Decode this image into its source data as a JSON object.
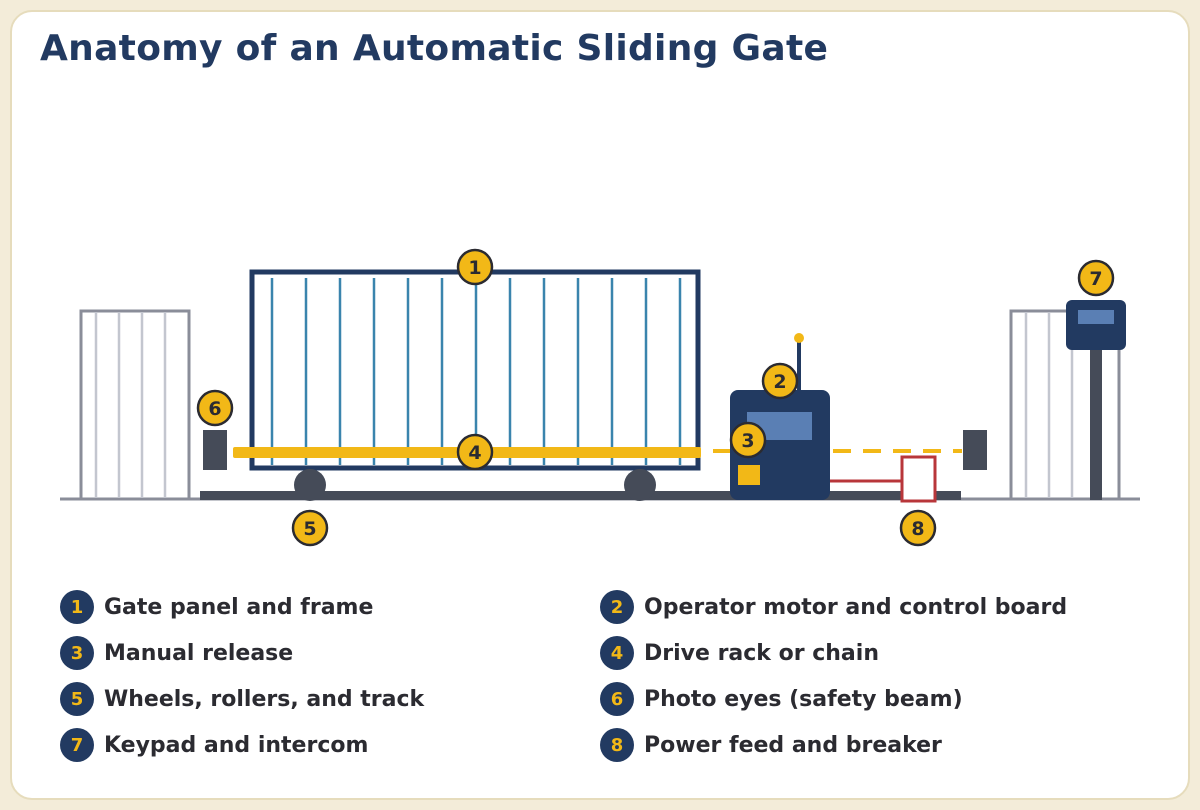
{
  "title": "Anatomy of an Automatic Sliding Gate",
  "colors": {
    "navy": "#223a61",
    "gold": "#f2b817",
    "slat": "#3a84ad",
    "dark": "#454b58",
    "fence": "#8a8d99",
    "power": "#b8363a"
  },
  "callouts": [
    "1",
    "2",
    "3",
    "4",
    "5",
    "6",
    "7",
    "8"
  ],
  "legend": [
    {
      "num": "1",
      "label": "Gate panel and frame"
    },
    {
      "num": "2",
      "label": "Operator motor and control board"
    },
    {
      "num": "3",
      "label": "Manual release"
    },
    {
      "num": "4",
      "label": "Drive rack or chain"
    },
    {
      "num": "5",
      "label": "Wheels, rollers, and track"
    },
    {
      "num": "6",
      "label": "Photo eyes (safety beam)"
    },
    {
      "num": "7",
      "label": "Keypad and intercom"
    },
    {
      "num": "8",
      "label": "Power feed and breaker"
    }
  ]
}
